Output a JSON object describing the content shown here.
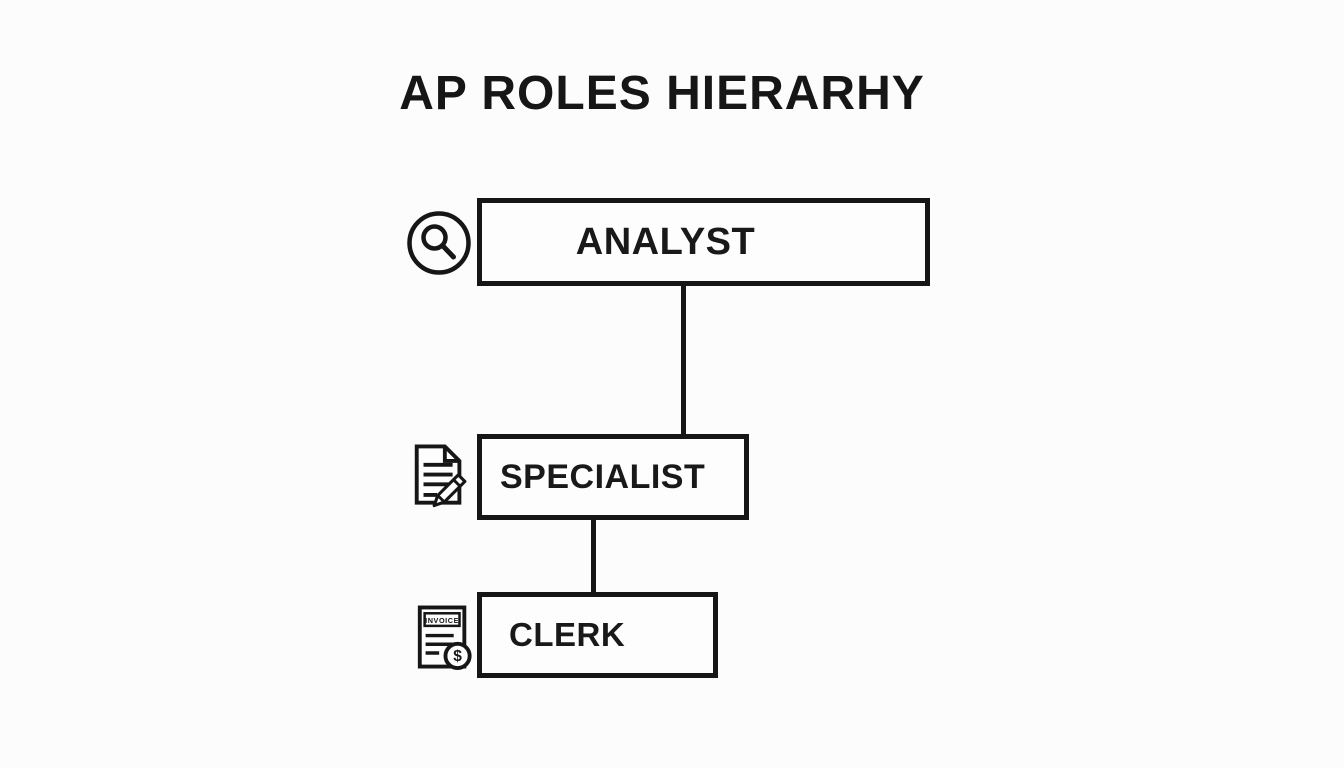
{
  "title": "AP ROLES HIERARHY",
  "theme": {
    "background": "#fcfcfc",
    "ink": "#161616",
    "box_fill": "#fdfdfd"
  },
  "nodes": [
    {
      "label": "ANALYST",
      "icon": "magnifier-search-icon"
    },
    {
      "label": "SPECIALIST",
      "icon": "document-pencil-icon"
    },
    {
      "label": "CLERK",
      "icon": "invoice-dollar-icon",
      "icon_header": "INVOICE",
      "icon_currency": "$"
    }
  ]
}
